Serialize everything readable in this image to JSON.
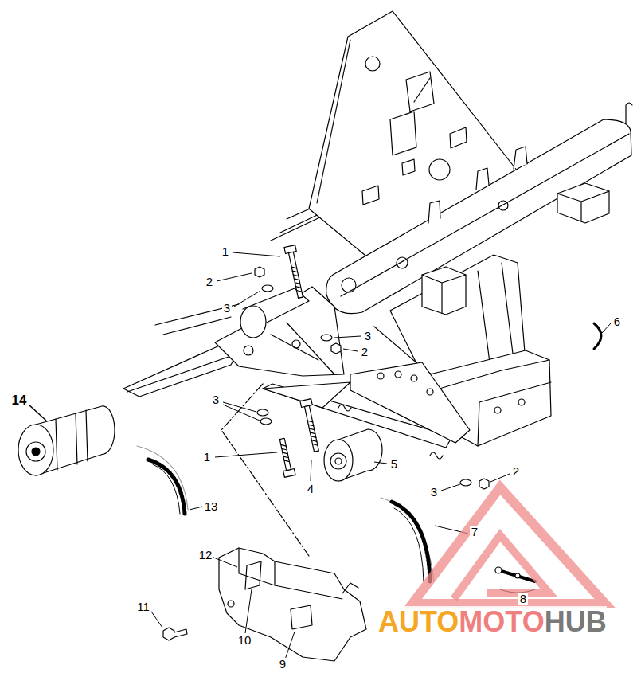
{
  "diagram": {
    "labels": [
      "1",
      "2",
      "3",
      "3",
      "2",
      "6",
      "14",
      "3",
      "1",
      "4",
      "5",
      "3",
      "2",
      "13",
      "7",
      "12",
      "8",
      "11",
      "10",
      "9",
      "AUTO",
      "MOTO",
      "HUB"
    ]
  }
}
